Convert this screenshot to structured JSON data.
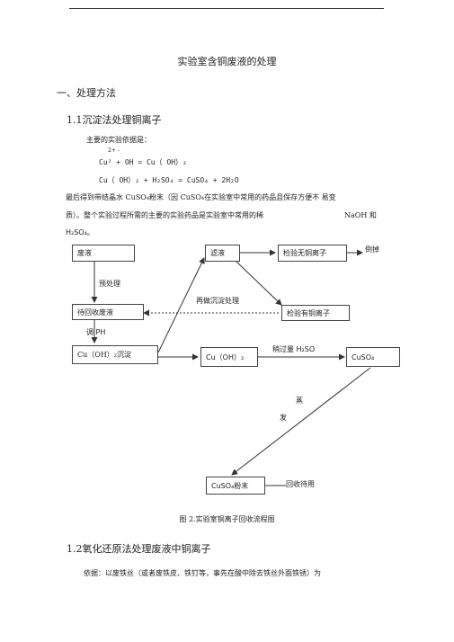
{
  "doc_title": "实验室含铜废液的处理",
  "section1": "一、处理方法",
  "section1_1": "1.1沉淀法处理铜离子",
  "basis_label": "主要的实验依据是：",
  "eq1_charges": "2+ -",
  "eq1": "Cu² + OH = Cu（ OH）₂",
  "eq2": "Cu（ OH）₂ + H₂SO₄ = CuSO₄ + 2H₂O",
  "para_line1": "最后得到带结晶水 CuSO₄粉末（因 CuSO₄在实验室中常用的药品且保存方便不 易变",
  "para_line2_a": "质）。整个实验过程所需的主要的实验药品是实验室中常用的稀",
  "para_line2_b": "NaOH 和",
  "para_line3": "H₂SO₄。",
  "flow": {
    "waste": "废液",
    "pretreat": "预处理",
    "pending": "待回收废液",
    "adjust_ph": "调 PH",
    "cuoh2_precip": "Cu（OH）₂沉淀",
    "filtrate": "滤液",
    "test_no_cu": "检验无铜离子",
    "discard": "倒掉",
    "redo_precip": "再做沉淀处理",
    "test_has_cu": "检验有铜离子",
    "cuoh2": "Cu（OH）₂",
    "excess_h2so4": "稍过量 H₂SO",
    "cuso4": "CuSO₄",
    "evap_1": "蒸",
    "evap_2": "发",
    "cuso4_powder": "CuSO₄粉末",
    "recycle": "回收待用"
  },
  "caption": "图 2.实验室铜离子回收流程图",
  "section1_2": "1.2氧化还原法处理废液中铜离子",
  "basis2": "依据：以废铁丝（或者废铁皮、铁钉等，事先在酸中除去铁丝外面铁锈）为"
}
